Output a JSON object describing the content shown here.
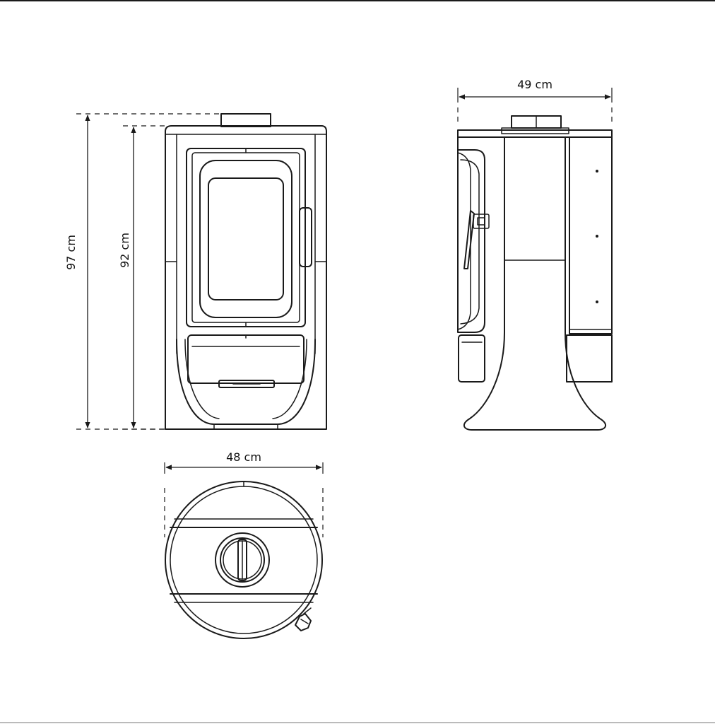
{
  "dimensions": {
    "total_height": "97 cm",
    "body_height": "92 cm",
    "front_width": "48 cm",
    "side_depth": "49 cm"
  },
  "colors": {
    "line": "#1a1a1a",
    "background": "#ffffff"
  }
}
